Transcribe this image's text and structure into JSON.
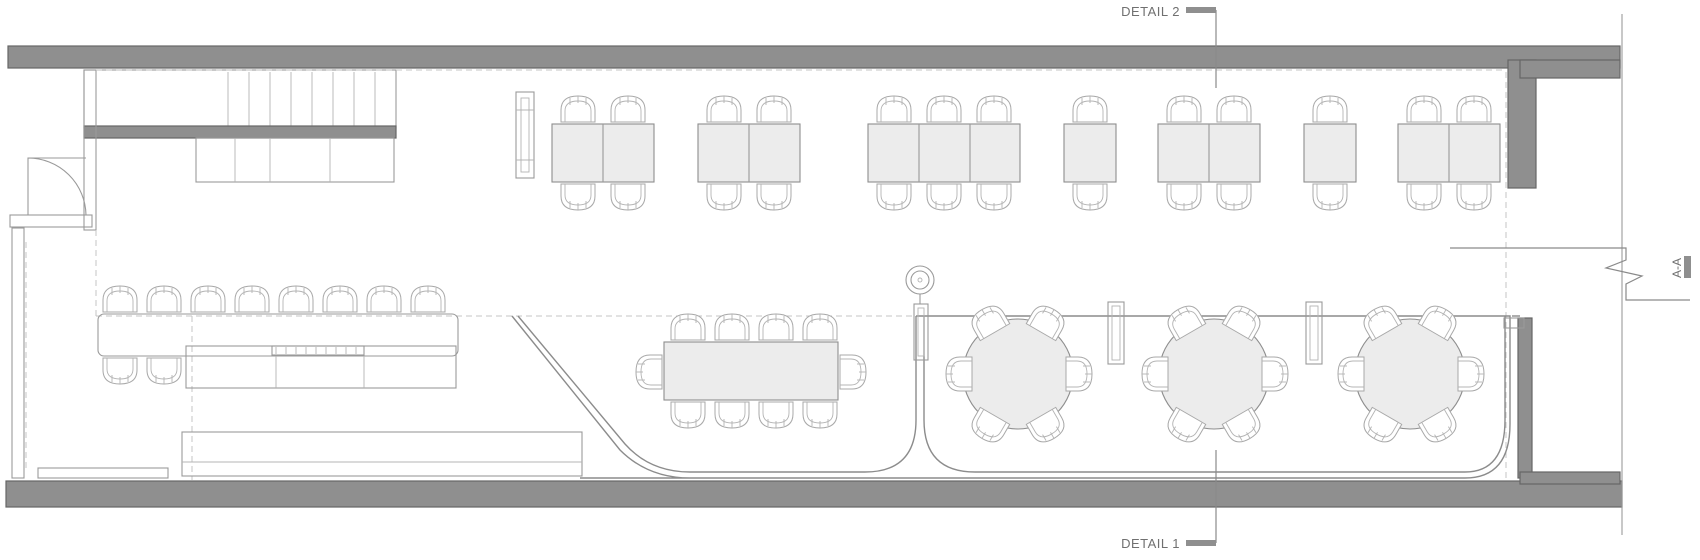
{
  "callouts": {
    "detail_top": "DETAIL 2",
    "detail_bottom": "DETAIL 1",
    "section": "A-A"
  }
}
